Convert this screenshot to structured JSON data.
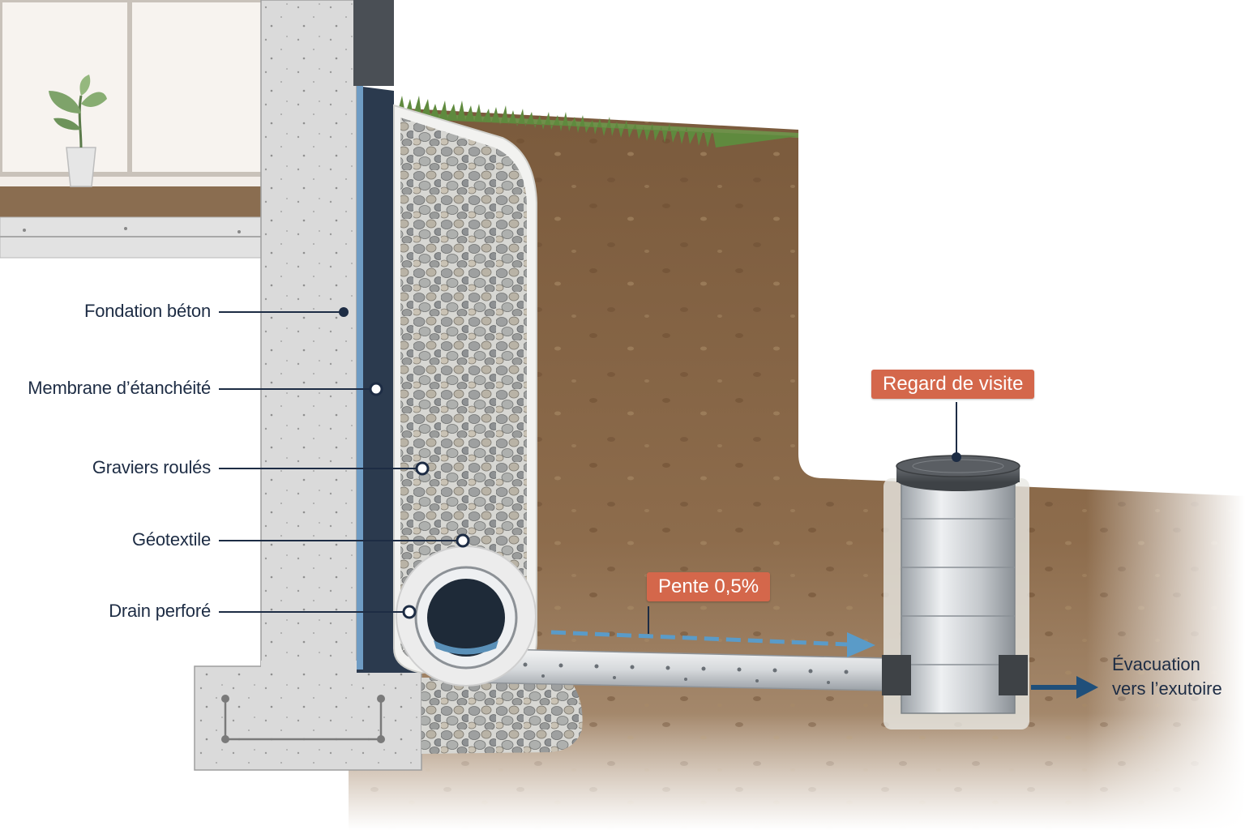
{
  "labels": {
    "foundation": "Fondation béton",
    "membrane": "Membrane d’étanchéité",
    "gravel": "Graviers roulés",
    "geotextile": "Géotextile",
    "drain": "Drain perforé"
  },
  "tags": {
    "inspection": "Regard de visite",
    "slope": "Pente 0,5%"
  },
  "outlet": {
    "line1": "Évacuation",
    "line2": "vers l’exutoire"
  },
  "colors": {
    "label_text": "#1d2c44",
    "tag_bg": "#d4674b",
    "soil": "#8a6a4a",
    "concrete": "#d9d9d9",
    "membrane": "#2b3a4e",
    "water_arrow": "#5a9bc8"
  }
}
